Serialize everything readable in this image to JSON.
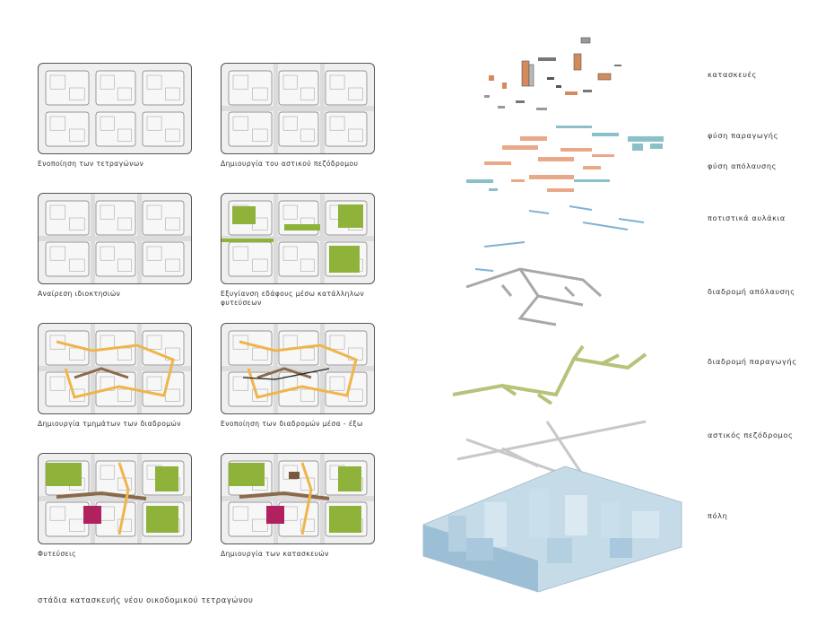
{
  "stages": [
    {
      "caption": "Ενοποίηση των τετραγώνων"
    },
    {
      "caption": "Δημιουργία του αστικού πεζόδρομου"
    },
    {
      "caption": "Αναίρεση ιδιοκτησιών"
    },
    {
      "caption": "Εξυγίανση εδάφους μέσω κατάλληλων φυτεύσεων"
    },
    {
      "caption": "Δημιουργία τμημάτων των διαδρομών"
    },
    {
      "caption": "Ενοποίηση των διαδρομών μέσα - έξω"
    },
    {
      "caption": "Φυτεύσεις"
    },
    {
      "caption": "Δημιουργία των κατασκευών"
    }
  ],
  "layers": [
    {
      "label": "κατασκευές"
    },
    {
      "label": "φύση παραγωγής"
    },
    {
      "label": "φύση απόλαυσης"
    },
    {
      "label": "ποτιστικά αυλάκια"
    },
    {
      "label": "διαδρομή απόλαυσης"
    },
    {
      "label": "διαδρομή παραγωγής"
    },
    {
      "label": "αστικός πεζόδρομος"
    },
    {
      "label": "πόλη"
    }
  ],
  "footer": "στάδια κατασκευής νέου οικοδομικού τετραγώνου",
  "colors": {
    "green": "#8fb23a",
    "orange": "#f0b44a",
    "brown": "#8a6a4a",
    "magenta": "#b1205f",
    "blue": "#7fb2d6",
    "salmon": "#e7a07c",
    "teal": "#8cc0c8",
    "city": "#c5dbe8"
  }
}
